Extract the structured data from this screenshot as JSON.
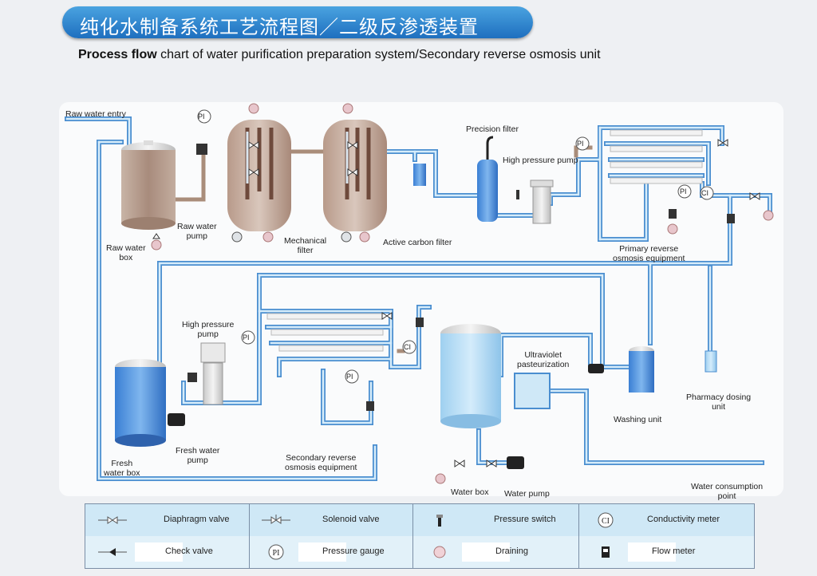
{
  "header": {
    "title_cn": "纯化水制备系统工艺流程图／二级反渗透装置",
    "subtitle_bold": "Process flow",
    "subtitle_rest": " chart of water purification preparation system/Secondary reverse osmosis unit"
  },
  "labels": {
    "raw_water_entry": "Raw water entry",
    "raw_water_box": "Raw water\nbox",
    "raw_water_pump": "Raw water\npump",
    "mechanical_filter": "Mechanical\nfilter",
    "active_carbon_filter": "Active carbon filter",
    "precision_filter": "Precision filter",
    "high_pressure_pump_1": "High pressure pump",
    "primary_ro": "Primary reverse\nosmosis equipment",
    "high_pressure_pump_2": "High pressure\npump",
    "fresh_water_box": "Fresh\nwater box",
    "fresh_water_pump": "Fresh water\npump",
    "secondary_ro": "Secondary reverse\nosmosis equipment",
    "uv": "Ultraviolet\npasteurization",
    "water_box": "Water box",
    "water_pump": "Water pump",
    "washing_unit": "Washing unit",
    "pharmacy_dosing": "Pharmacy dosing\nunit",
    "consumption_point": "Water consumption\npoint",
    "pi": "PI",
    "ci": "CI"
  },
  "legend": [
    {
      "icon": "diaphragm-valve-icon",
      "label": "Diaphragm valve"
    },
    {
      "icon": "solenoid-valve-icon",
      "label": "Solenoid valve"
    },
    {
      "icon": "pressure-switch-icon",
      "label": "Pressure switch"
    },
    {
      "icon": "conductivity-meter-icon",
      "label": "Conductivity meter",
      "symbol": "CI"
    },
    {
      "icon": "check-valve-icon",
      "label": "Check valve"
    },
    {
      "icon": "pressure-gauge-icon",
      "label": "Pressure gauge",
      "symbol": "PI"
    },
    {
      "icon": "draining-icon",
      "label": "Draining"
    },
    {
      "icon": "flow-meter-icon",
      "label": "Flow meter"
    }
  ],
  "colors": {
    "pipe": "#4a8ed0",
    "pipe_inner": "#d6ecfa",
    "raw_pipe": "#a98d7a",
    "banner": "#2a82cf"
  }
}
